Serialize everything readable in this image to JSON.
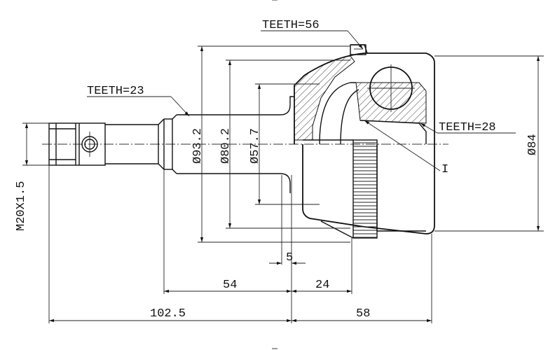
{
  "labels": {
    "teeth_outer": "TEETH=56",
    "teeth_shaft": "TEETH=23",
    "teeth_inner": "TEETH=28",
    "detail_mark": "I",
    "thread": "M20X1.5"
  },
  "diameters": {
    "d1": "Ø93.2",
    "d2": "Ø80.2",
    "d3": "Ø57.7",
    "d4": "Ø84"
  },
  "dimensions": {
    "d5": "5",
    "d54": "54",
    "d24": "24",
    "d102": "102.5",
    "d58": "58"
  }
}
